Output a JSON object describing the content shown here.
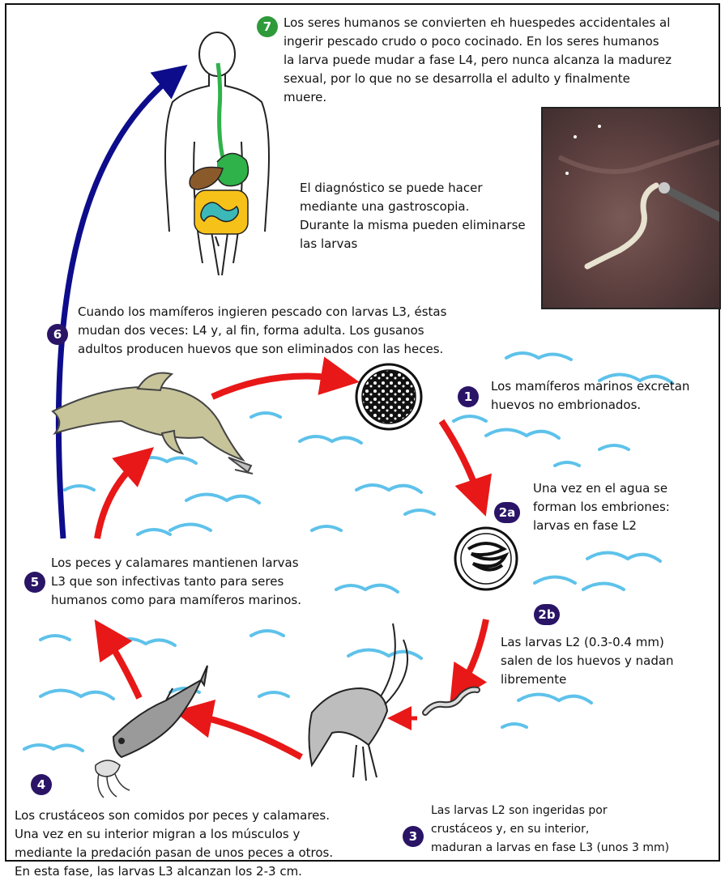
{
  "colors": {
    "badge_purple": "#2a1466",
    "badge_green": "#2f9a3a",
    "wave": "#5ec2ea",
    "cycle_arrow": "#e81818",
    "human_arrow": "#0d0d8c"
  },
  "steps": {
    "s1": {
      "badge": "1",
      "text": [
        "Los mamíferos marinos excretan",
        "huevos no embrionados."
      ]
    },
    "s2a": {
      "badge": "2a",
      "text": [
        "Una vez en el agua se",
        "forman los embriones:",
        "larvas en fase L2"
      ]
    },
    "s2b": {
      "badge": "2b",
      "text": [
        "Las larvas L2 (0.3-0.4 mm)",
        "salen de los huevos y nadan",
        "libremente"
      ]
    },
    "s3": {
      "badge": "3",
      "text": [
        "Las larvas L2 son ingeridas por",
        "crustáceos y, en su interior,",
        "maduran a larvas en fase L3 (unos 3 mm)"
      ]
    },
    "s4": {
      "badge": "4",
      "text": [
        "Los crustáceos son comidos por peces y calamares.",
        "Una vez en su interior migran a los músculos y",
        "mediante la predación pasan de unos peces a otros.",
        "En esta fase, las larvas L3 alcanzan los 2-3 cm."
      ]
    },
    "s5": {
      "badge": "5",
      "text": [
        "Los peces y calamares mantienen larvas",
        "L3 que son infectivas tanto para seres",
        "humanos como para mamíferos marinos."
      ]
    },
    "s6": {
      "badge": "6",
      "text": [
        "Cuando los mamíferos ingieren pescado con larvas L3, éstas",
        "mudan dos veces: L4 y, al fin, forma adulta. Los gusanos",
        "adultos producen huevos que son eliminados con las heces."
      ]
    },
    "s7": {
      "badge": "7",
      "text": [
        "Los seres humanos se convierten eh huespedes accidentales al",
        "ingerir pescado crudo o poco cocinado. En los seres humanos",
        "la larva puede mudar a fase L4, pero nunca alcanza la madurez",
        "sexual, por lo que no se desarrolla el adulto y finalmente",
        "muere."
      ]
    }
  },
  "diagnosis": [
    "El diagnóstico se puede hacer",
    "mediante una gastroscopia.",
    "Durante la misma pueden eliminarse",
    "las larvas"
  ]
}
